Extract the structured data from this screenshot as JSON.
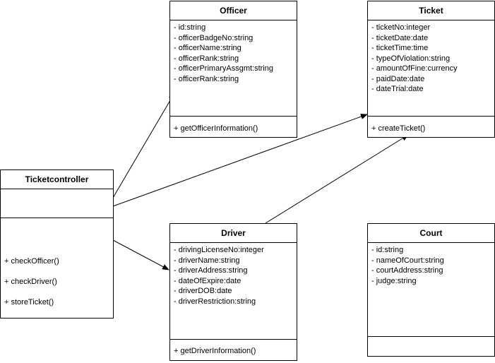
{
  "classes": {
    "officer": {
      "name": "Officer",
      "attributes": [
        "- id:string",
        "- officerBadgeNo:string",
        "- officerName:string",
        "- officerRank:string",
        "- officerPrimaryAssgmt:string",
        "- officerRank:string"
      ],
      "operations": [
        "+ getOfficerInformation()"
      ]
    },
    "ticket": {
      "name": "Ticket",
      "attributes": [
        "- ticketNo:integer",
        "- ticketDate:date",
        "- ticketTime:time",
        "- typeOfViolation:string",
        "- amountOfFine:currency",
        "- paidDate:date",
        "- dateTrial:date"
      ],
      "operations": [
        "+ createTicket()"
      ]
    },
    "controller": {
      "name": "Ticketcontroller",
      "attributes": [],
      "operations": [
        "+ checkOfficer()",
        "+ checkDriver()",
        "+ storeTicket()"
      ]
    },
    "driver": {
      "name": "Driver",
      "attributes": [
        "- drivingLicenseNo:integer",
        "- driverName:string",
        "- driverAddress:string",
        "- dateOfExpire:date",
        "- driverDOB:date",
        "- driverRestriction:string"
      ],
      "operations": [
        "+ getDriverInformation()"
      ]
    },
    "court": {
      "name": "Court",
      "attributes": [
        "- id:string",
        "- nameOfCourt:string",
        "- courtAddress:string",
        "- judge:string"
      ],
      "operations": []
    }
  },
  "relations": [
    {
      "from": "controller",
      "to": "officer"
    },
    {
      "from": "controller",
      "to": "ticket"
    },
    {
      "from": "controller",
      "to": "driver"
    },
    {
      "from": "driver",
      "to": "ticket"
    }
  ]
}
